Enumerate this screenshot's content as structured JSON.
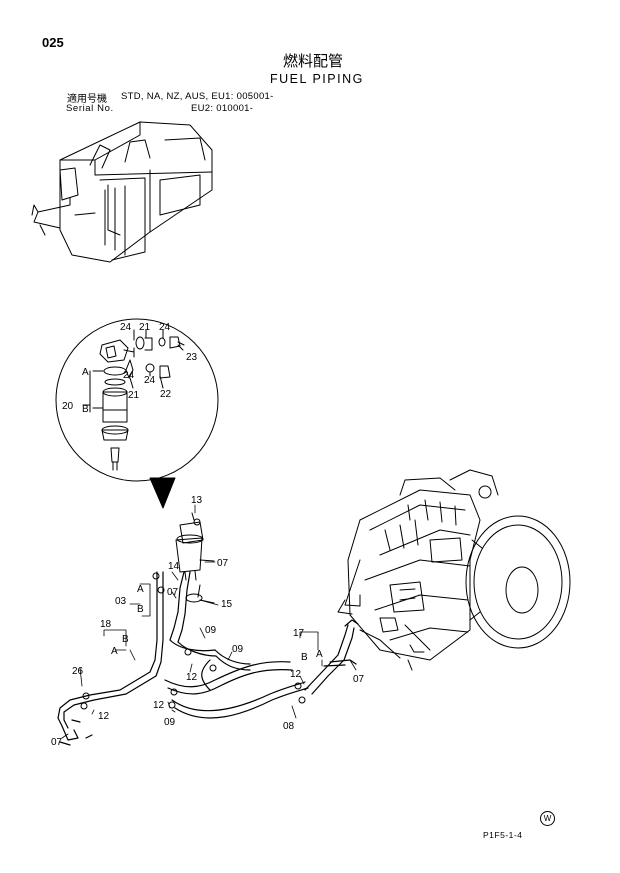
{
  "page_number": "025",
  "title_jp": "燃料配管",
  "title_en": "FUEL PIPING",
  "serial": {
    "label_jp": "適用号機",
    "label_en": "Serial No.",
    "line1": "STD, NA, NZ, AUS, EU1: 005001-",
    "line2": "EU2: 010001-"
  },
  "part_labels": {
    "p24a": "24",
    "p21a": "21",
    "p24b": "24",
    "p23": "23",
    "pA1": "A",
    "p24c": "24",
    "p24d": "24",
    "p21b": "21",
    "p22": "22",
    "p20": "20",
    "pB1": "B",
    "p13": "13",
    "p07a": "07",
    "p14": "14",
    "p07b": "07",
    "p15": "15",
    "pA2": "A",
    "p03": "03",
    "pB2": "B",
    "p18": "18",
    "pB3": "B",
    "pA3": "A",
    "p09a": "09",
    "p09b": "09",
    "p12a": "12",
    "p26": "26",
    "p12b": "12",
    "p12c": "12",
    "p09c": "09",
    "p07c": "07",
    "p17": "17",
    "pB4": "B",
    "pA4": "A",
    "p12d": "12",
    "p07d": "07",
    "p08": "08"
  },
  "watermark_letter": "W",
  "footer_code": "P1F5-1-4"
}
